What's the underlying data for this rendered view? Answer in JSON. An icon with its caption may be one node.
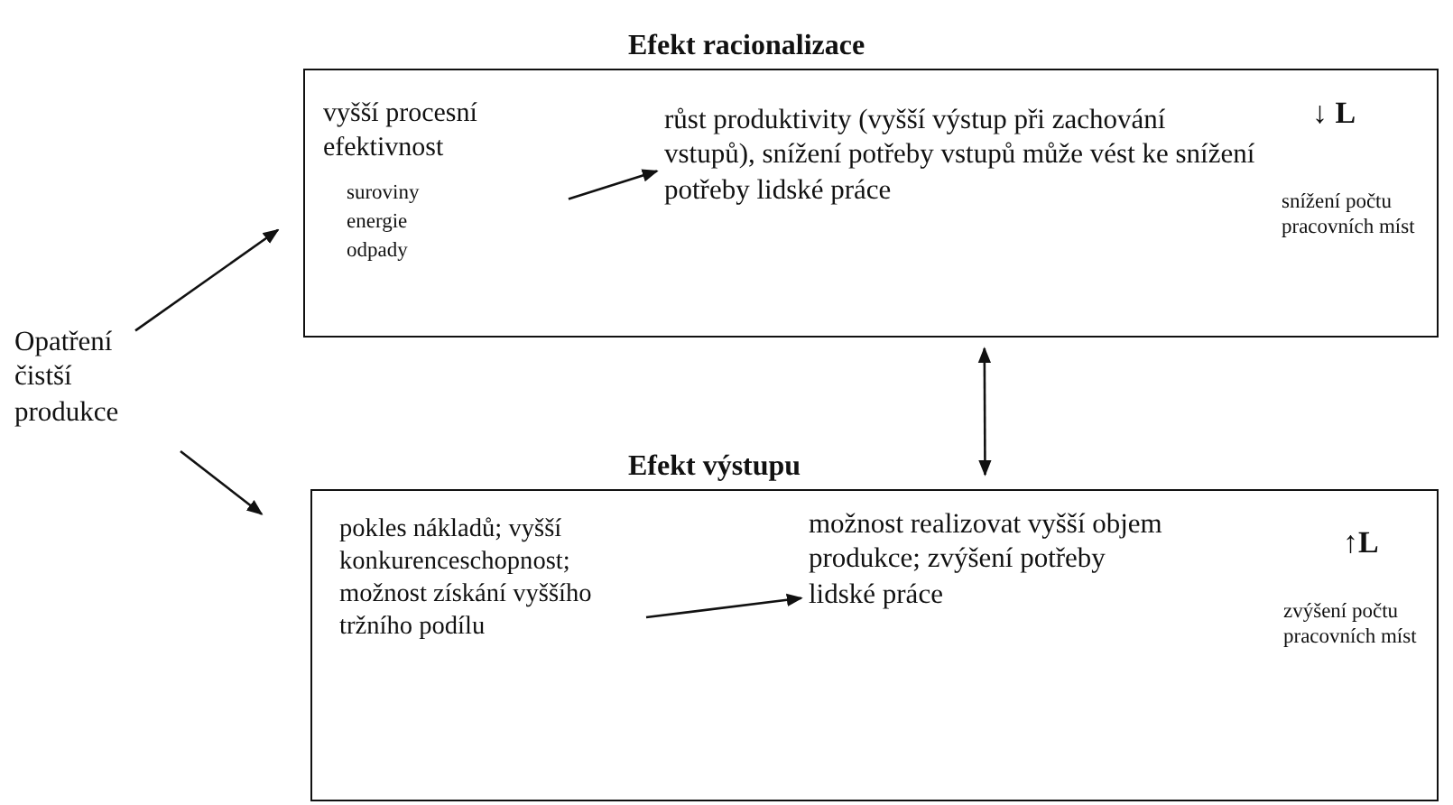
{
  "diagram": {
    "nodes": [
      {
        "text": [
          "Efekt racionalizace"
        ]
      },
      {
        "text": [
          "vyšší procesní efektivnost",
          "suroviny",
          "energie",
          "odpady"
        ],
        "in": 0
      },
      {
        "text": [
          "růst produktivity (vyšší výstup při zachování vstupů), snížení potřeby vstupů může vést ke snížení potřeby lidské práce"
        ],
        "in": 0
      },
      {
        "text": [
          "Opatření čistší produkce"
        ]
      },
      {
        "text": [
          "Efekt výstupu"
        ]
      },
      {
        "text": [
          "pokles nákladů; vyšší konkurenceschopnost; možnost získání vyššího tržního podílu"
        ],
        "in": 4
      },
      {
        "text": [
          "možnost realizovat vyšší objem produkce; zvýšení potřeby lidské práce"
        ],
        "in": 4
      }
    ],
    "edges": [
      {
        "from": 3,
        "to": 0,
        "arrow": "to"
      },
      {
        "from": 3,
        "to": 4,
        "arrow": "to"
      },
      {
        "from": 1,
        "to": 2,
        "arrow": "to"
      },
      {
        "from": 5,
        "to": 6,
        "arrow": "to"
      },
      {
        "from": 0,
        "to": 4,
        "arrow": "both"
      }
    ],
    "labels": [
      "↓ L",
      "snížení počtu pracovních míst",
      "↑L",
      "zvýšení počtu pracovních míst"
    ]
  }
}
